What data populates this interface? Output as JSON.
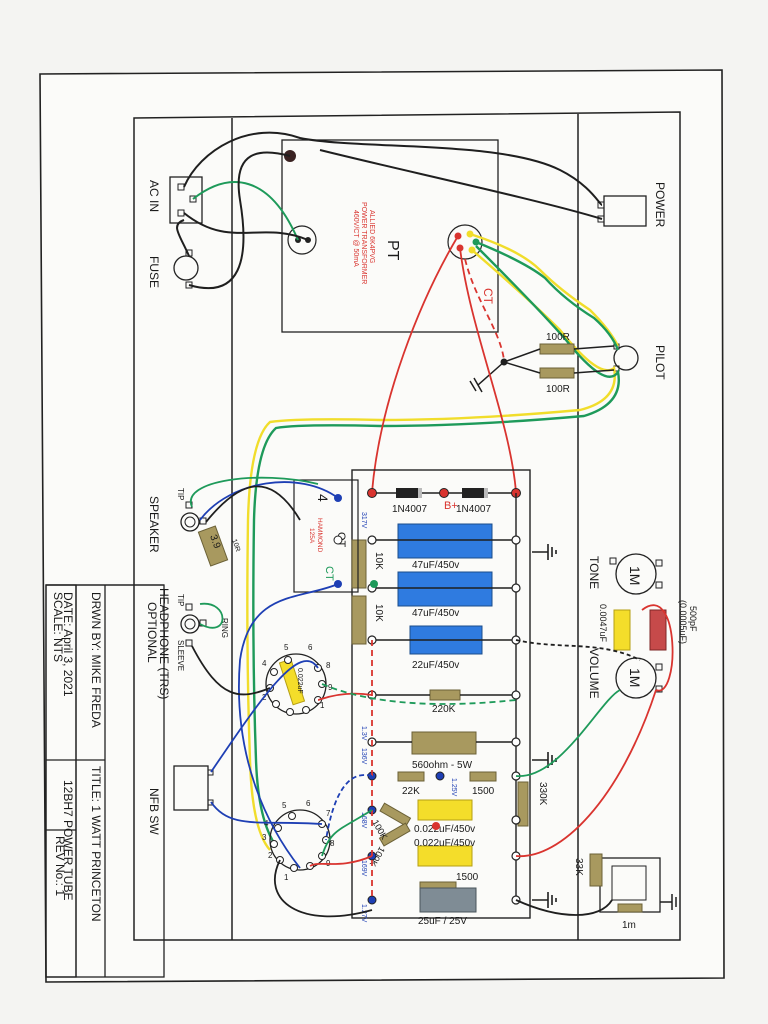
{
  "colors": {
    "wire_black": "#1f1f1f",
    "wire_red": "#d9342f",
    "wire_green": "#1e9a5a",
    "wire_yellow": "#f1dd2b",
    "wire_blue": "#1e3fb4",
    "cap_electrolytic": "#2f7be0",
    "cap_film": "#f4dd2a",
    "cap_ceramic": "#c64a4a",
    "resistor": "#a8995f",
    "cap_25uf": "#7f8c95"
  },
  "title_block": {
    "drawn_by": "DRWN BY: MIKE FREDA",
    "date": "DATE: April 3, 2021",
    "scale": "SCALE: NTS",
    "title_line1": "TITLE: 1 WATT PRINCETON",
    "title_line2": "12BH7 POWER TUBE",
    "rev": "REV No.: 1"
  },
  "panel_labels": {
    "ac_in": "AC IN",
    "fuse": "FUSE",
    "power": "POWER",
    "pilot": "PILOT",
    "tone": "TONE",
    "volume": "VOLUME",
    "speaker": "SPEAKER",
    "headphone": "HEADPHONE (TRS)",
    "optional": "OPTIONAL",
    "nfb_sw": "NFB SW",
    "tip": "TIP",
    "tip2": "TIP",
    "ring": "RING",
    "sleeve": "SLEEVE"
  },
  "transformer": {
    "pt": "PT",
    "pt_line1": "ALLIED 6K4PVG",
    "pt_line2": "POWER TRANSFORMER",
    "pt_line3": "460V/CT @ 50mA",
    "ct": "CT",
    "ot": "OT",
    "ot_brand": "HAMMOND",
    "ot_model": "125A",
    "ct2": "CT",
    "ot_num": "4"
  },
  "components": {
    "r100_a": "100R",
    "r100_b": "100R",
    "diode1": "1N4007",
    "diode2": "1N4007",
    "bplus": "B+",
    "cap1": "47uF/450v",
    "cap2": "47uF/450v",
    "cap3": "22uF/450v",
    "r10k_a": "10K",
    "r10k_b": "10K",
    "r220k": "220K",
    "r560": "560ohm - 5W",
    "r22k": "22K",
    "r1500a": "1500",
    "r330k": "330K",
    "r100k_a": "100K",
    "r100k_b": "100K",
    "cap4": "0.022uF/450v",
    "cap5": "0.022uF/450v",
    "r1500b": "1500",
    "cap6": "25uF / 25V",
    "cap_tone_y": "0.0047uF",
    "cap_tone_r1": "500pF",
    "cap_tone_r2": "(0.0005uF)",
    "pot_tone": "1M",
    "pot_vol": "1M",
    "r33k": "33K",
    "r1m": "1m",
    "r3_9": "3.9",
    "r10r": "10R",
    "cap_022": "0.022uF"
  },
  "voltages": {
    "v317": "317V",
    "v136": "136V",
    "v13": "1.3V",
    "v168": "168V",
    "v169": "169V",
    "v127": "1.27V",
    "v125": "1.25V"
  },
  "tube_pins": {
    "p1": "1",
    "p2": "2",
    "p3": "3",
    "p4": "4",
    "p5": "5",
    "p6": "6",
    "p7": "7",
    "p8": "8",
    "p9": "9"
  }
}
